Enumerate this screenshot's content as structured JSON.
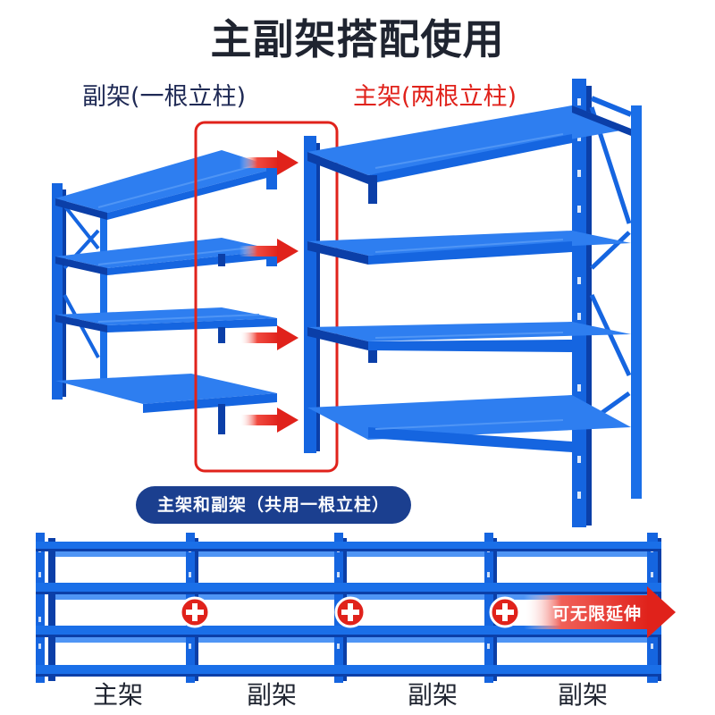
{
  "title": "主副架搭配使用",
  "sub_rack_label": "副架(一根立柱)",
  "main_rack_label": "主架(两根立柱)",
  "shared_column_badge": "主架和副架（共用一根立柱）",
  "extend_label": "可无限延伸",
  "bottom_labels": [
    "主架",
    "副架",
    "副架",
    "副架"
  ],
  "colors": {
    "rack_blue": "#1565e0",
    "rack_dark": "#0b3fa8",
    "highlight_red": "#e0221b",
    "badge_navy": "#1b3f8f"
  }
}
